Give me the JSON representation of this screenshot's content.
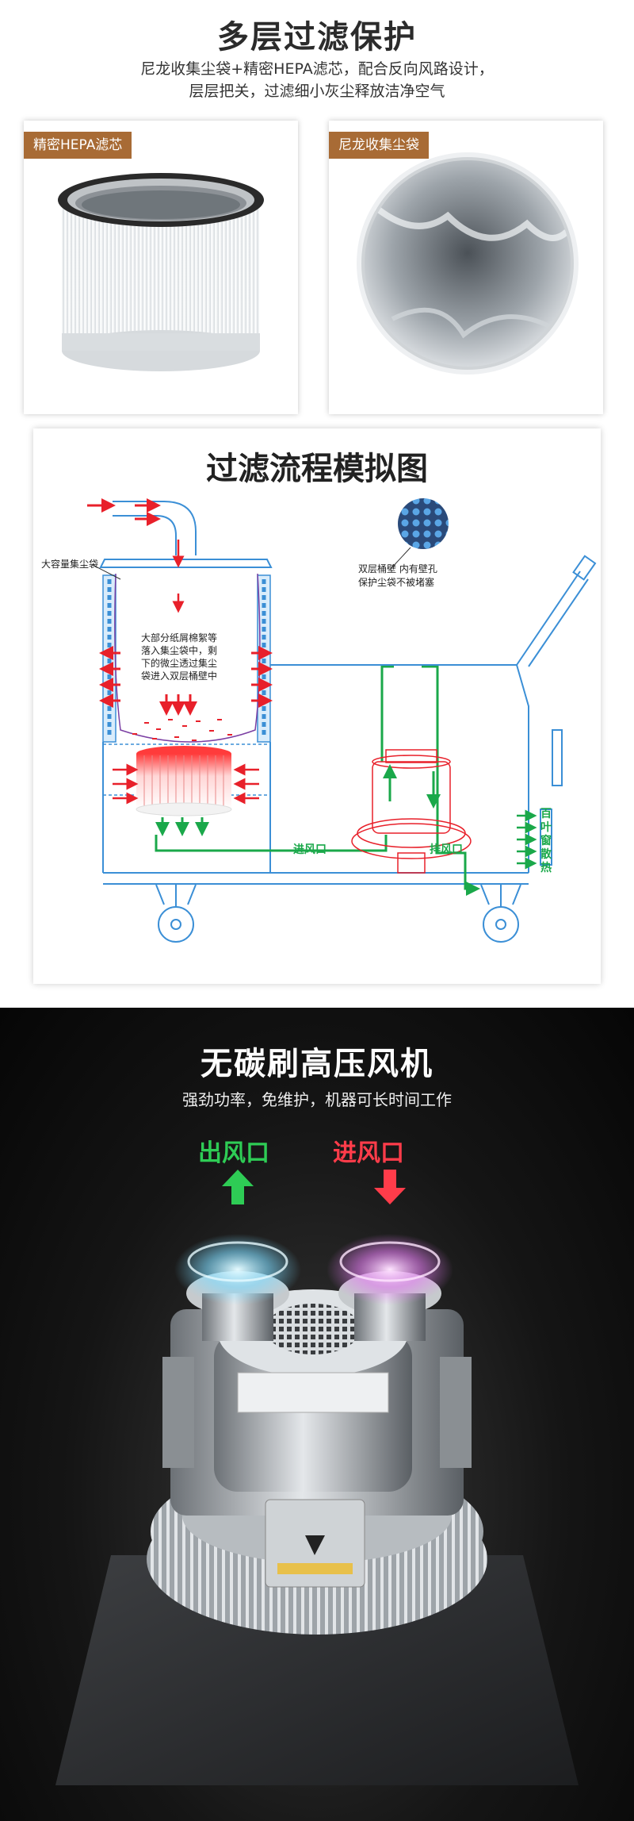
{
  "filter_section": {
    "title": "多层过滤保护",
    "subtitle_line1": "尼龙收集尘袋+精密HEPA滤芯，配合反向风路设计，",
    "subtitle_line2": "层层把关，过滤细小灰尘释放洁净空气",
    "cards": [
      {
        "tag": "精密HEPA滤芯"
      },
      {
        "tag": "尼龙收集尘袋"
      }
    ]
  },
  "diagram_section": {
    "title": "过滤流程模拟图",
    "label_bag": "大容量集尘袋",
    "label_wall_1": "双层桶壁  内有壁孔",
    "label_wall_2": "保护尘袋不被堵塞",
    "note_line1": "大部分纸屑棉絮等",
    "note_line2": "落入集尘袋中，剩",
    "note_line3": "下的微尘透过集尘",
    "note_line4": "袋进入双层桶壁中",
    "label_inlet": "进风口",
    "label_exhaust": "排风口",
    "label_vent_chars": [
      "百",
      "叶",
      "窗",
      "散",
      "热"
    ]
  },
  "motor_section": {
    "title": "无碳刷高压风机",
    "subtitle": "强劲功率，免维护，机器可长时间工作",
    "outlet_label": "出风口",
    "inlet_label": "进风口"
  },
  "colors": {
    "brand_tag": "#a86b35",
    "outlet_green": "#2ecc55",
    "inlet_red": "#ff3c4a",
    "flow_red": "#e8202a",
    "flow_green": "#1aa84a",
    "line_blue": "#3b8fd6"
  }
}
